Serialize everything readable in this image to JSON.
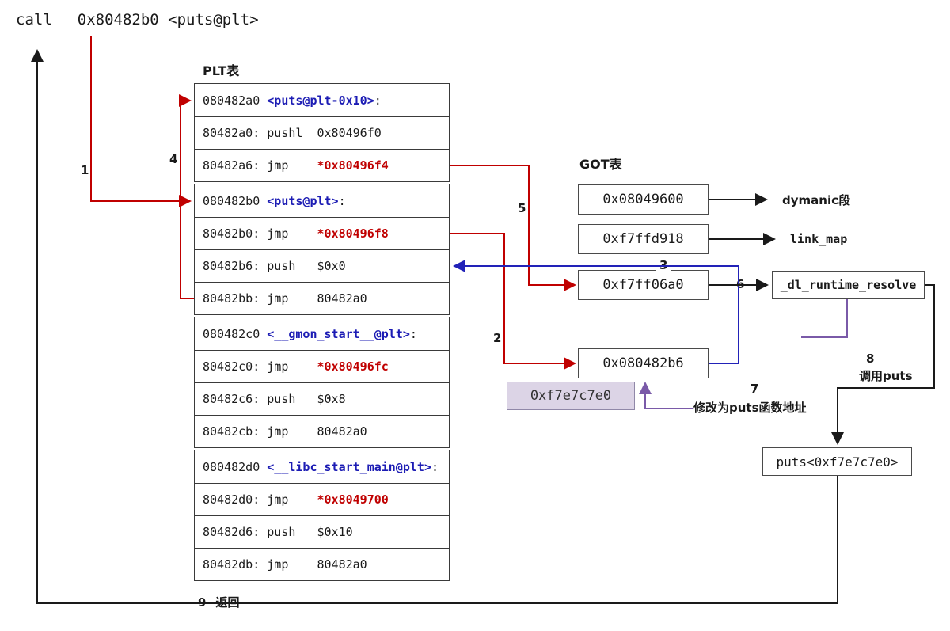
{
  "call_line": {
    "keyword": "call",
    "target": "0x80482b0 <puts@plt>"
  },
  "plt": {
    "title": "PLT表",
    "sections": [
      {
        "rows": [
          {
            "pre": "080482a0 ",
            "sym": "<puts@plt-0x10>",
            "post": ":"
          },
          {
            "pre": "80482a0: pushl  0x80496f0"
          },
          {
            "pre": "80482a6: jmp    ",
            "op": "*0x80496f4"
          }
        ]
      },
      {
        "rows": [
          {
            "pre": "080482b0 ",
            "sym": "<puts@plt>",
            "post": ":"
          },
          {
            "pre": "80482b0: jmp    ",
            "op": "*0x80496f8"
          },
          {
            "pre": "80482b6: push   $0x0"
          },
          {
            "pre": "80482bb: jmp    80482a0"
          }
        ]
      },
      {
        "rows": [
          {
            "pre": "080482c0 ",
            "sym": "<__gmon_start__@plt>",
            "post": ":"
          },
          {
            "pre": "80482c0: jmp    ",
            "op": "*0x80496fc"
          },
          {
            "pre": "80482c6: push   $0x8"
          },
          {
            "pre": "80482cb: jmp    80482a0"
          }
        ]
      },
      {
        "rows": [
          {
            "pre": "080482d0 ",
            "sym": "<__libc_start_main@plt>",
            "post": ":"
          },
          {
            "pre": "80482d0: jmp    ",
            "op": "*0x8049700"
          },
          {
            "pre": "80482d6: push   $0x10"
          },
          {
            "pre": "80482db: jmp    80482a0"
          }
        ]
      }
    ]
  },
  "got": {
    "title": "GOT表",
    "entries": [
      "0x08049600",
      "0xf7ffd918",
      "0xf7ff06a0",
      "0x080482b6"
    ],
    "new_value": "0xf7e7c7e0",
    "dynamic_label": "dymanic段",
    "linkmap_label": "link_map"
  },
  "resolver": {
    "label": "_dl_runtime_resolve"
  },
  "puts_box": {
    "label": "puts<0xf7e7c7e0>"
  },
  "steps": {
    "s1": "1",
    "s2": "2",
    "s3": "3",
    "s4": "4",
    "s5": "5",
    "s6": "6",
    "s7": "7",
    "s7_text": "修改为puts函数地址",
    "s8": "8",
    "s8_text": "调用puts",
    "s9": "9",
    "s9_text": "返回"
  },
  "colors": {
    "arrow_red": "#c00000",
    "arrow_blue": "#2222b8",
    "arrow_black": "#1a1a1a",
    "arrow_purple": "#7a5aa8",
    "symbol_blue": "#1c1cb4",
    "operand_red": "#c00000",
    "lavender_fill": "#dcd4e6"
  }
}
